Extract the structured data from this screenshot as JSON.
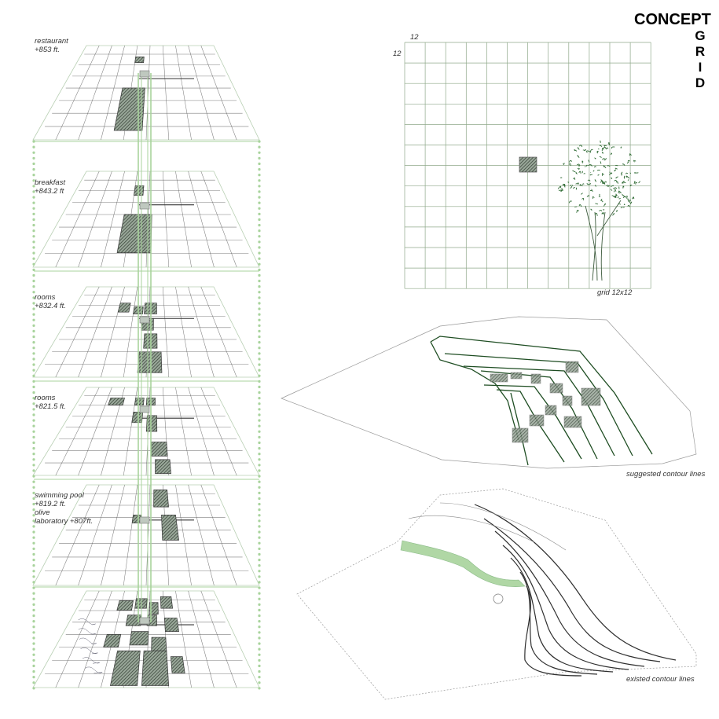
{
  "title": {
    "word1": "CONCEPT",
    "word2_letters": [
      "G",
      "R",
      "I",
      "D"
    ],
    "color": "#1e4d22"
  },
  "colors": {
    "accent": "#1e4d22",
    "pale_green": "#a8d39c",
    "grid_line": "#8fa88a",
    "sketch": "#555555"
  },
  "floors": [
    {
      "lines": [
        "restaurant",
        "+853 ft."
      ]
    },
    {
      "lines": [
        "breakfast",
        "+843.2 ft"
      ]
    },
    {
      "lines": [
        "rooms",
        "+832.4 ft."
      ]
    },
    {
      "lines": [
        "rooms",
        "+821.5 ft."
      ]
    },
    {
      "lines": [
        "swimming pool",
        "+819.2 ft.",
        "olive",
        "laboratory +807ft."
      ]
    }
  ],
  "grid": {
    "rows": 12,
    "cols": 12,
    "label_top": "12",
    "label_left": "12",
    "caption": "grid 12x12"
  },
  "captions": {
    "suggested": "suggested contour lines",
    "existed": "existed contour lines"
  }
}
